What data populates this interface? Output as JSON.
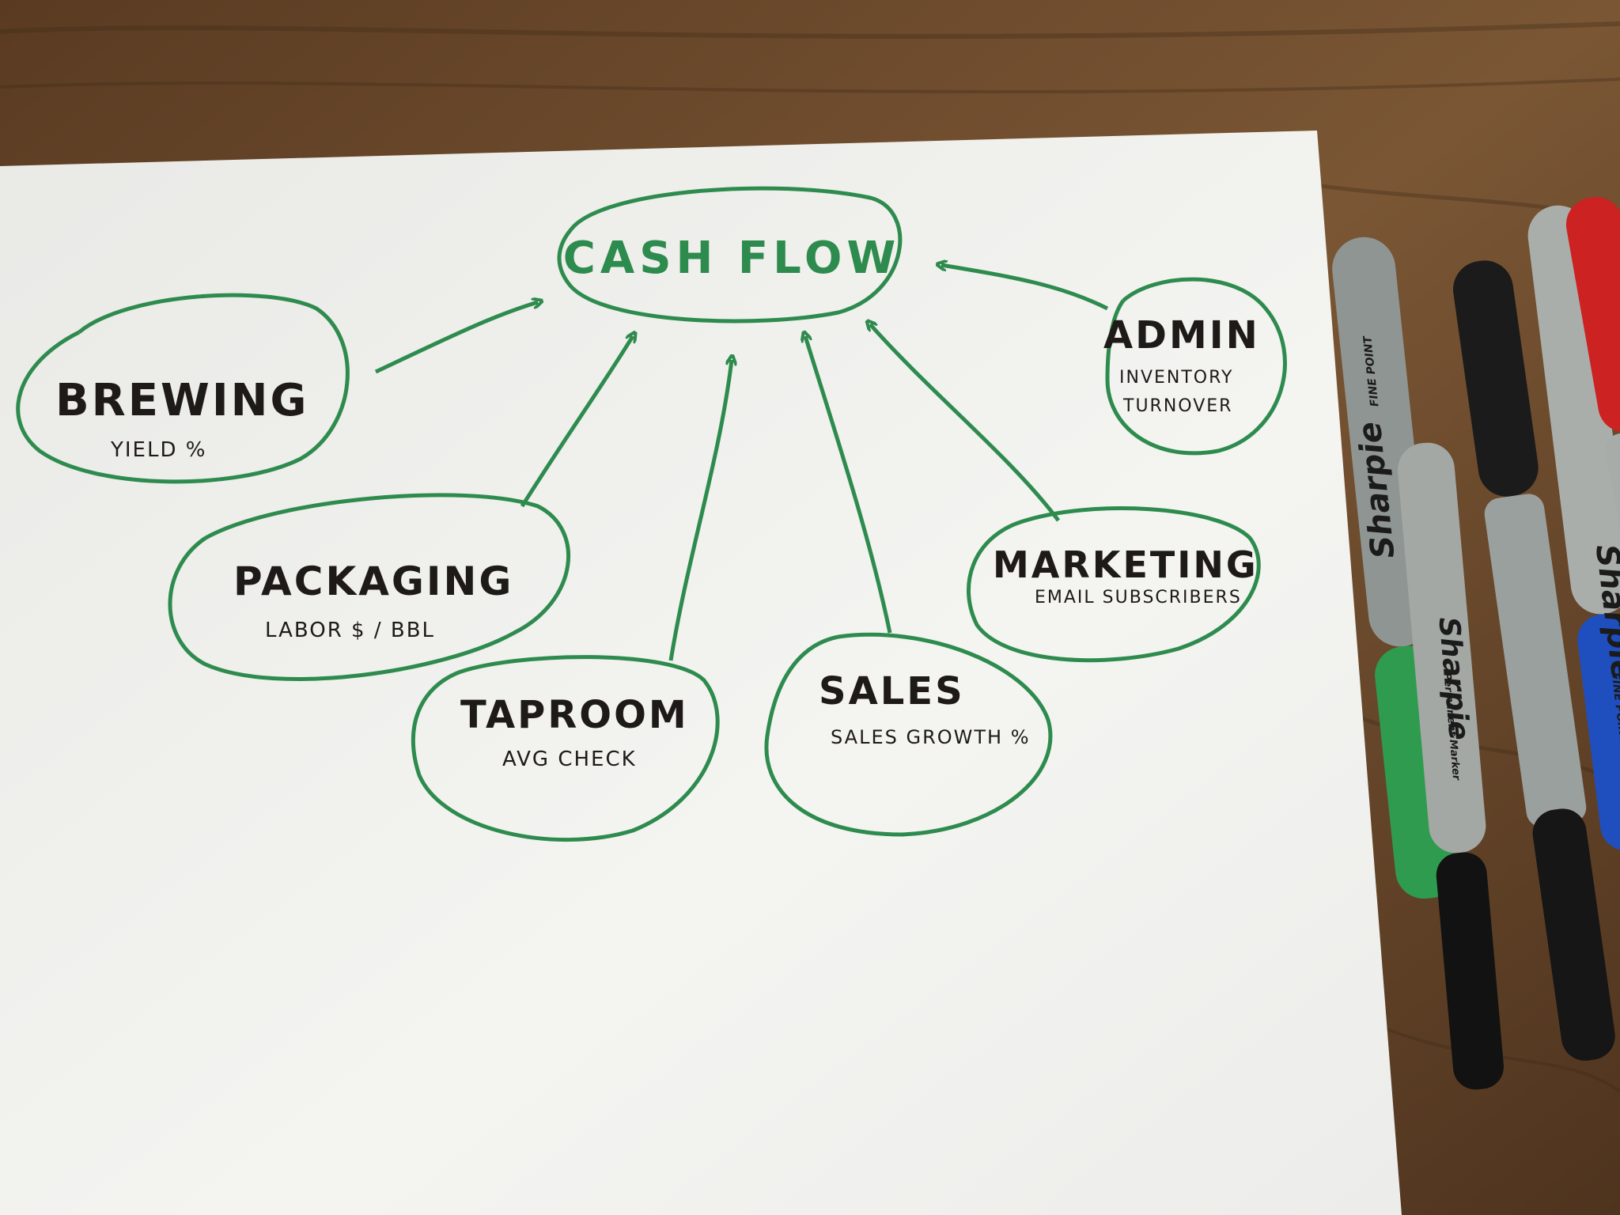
{
  "diagram": {
    "center": {
      "title": "CASH FLOW"
    },
    "nodes": [
      {
        "id": "brewing",
        "title": "BREWING",
        "metric": "YIELD %"
      },
      {
        "id": "packaging",
        "title": "PACKAGING",
        "metric": "LABOR $ / BBL"
      },
      {
        "id": "taproom",
        "title": "TAPROOM",
        "metric": "AVG CHECK"
      },
      {
        "id": "sales",
        "title": "SALES",
        "metric": "SALES GROWTH %"
      },
      {
        "id": "marketing",
        "title": "MARKETING",
        "metric": "EMAIL SUBSCRIBERS"
      },
      {
        "id": "admin",
        "title": "ADMIN",
        "metric_line1": "INVENTORY",
        "metric_line2": "TURNOVER"
      }
    ]
  },
  "markers": [
    {
      "color": "green",
      "cap_color": "#2f9b4f",
      "brand": "Sharpie",
      "tip": "FINE POINT"
    },
    {
      "color": "black",
      "cap_color": "#1b1b1b",
      "brand": "Sharpie",
      "tip": "POINT",
      "label": "Permanent Marker"
    },
    {
      "color": "silver",
      "cap_color": "#9aa09d",
      "brand": "Sharpie",
      "tip": "FINE POINT",
      "label": "Permanent Marker"
    },
    {
      "color": "blue",
      "cap_color": "#1f4fbf",
      "brand": "Sharpie",
      "tip": "FINE POINT"
    },
    {
      "color": "red",
      "cap_color": "#cc2222",
      "brand": "Sharpie"
    }
  ],
  "colors": {
    "ink_green": "#2e8b4e",
    "ink_black": "#1e1a17",
    "paper": "#f1f1ee",
    "table": "#6b4a2e"
  }
}
